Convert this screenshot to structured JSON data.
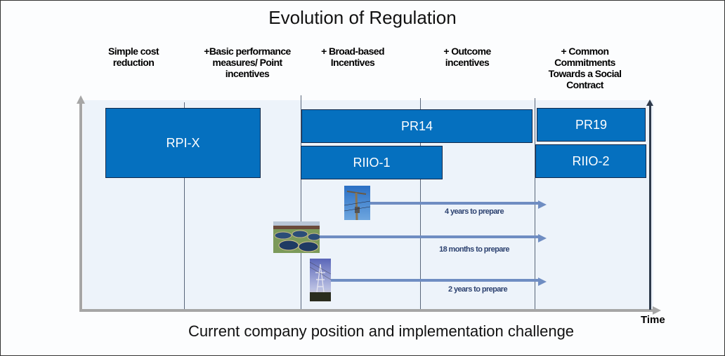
{
  "title": "Evolution of Regulation",
  "subtitle": "Current company position and implementation challenge",
  "axis": {
    "x_label": "Time"
  },
  "phases": [
    {
      "label": "Simple cost reduction",
      "lines": [
        "Simple cost",
        "reduction"
      ]
    },
    {
      "label": "+Basic performance measures/ Point incentives",
      "lines": [
        "+Basic performance",
        "measures/ Point",
        "incentives"
      ]
    },
    {
      "label": "+ Broad-based Incentives",
      "lines": [
        "+ Broad-based",
        "Incentives"
      ]
    },
    {
      "label": "+ Outcome incentives",
      "lines": [
        "+ Outcome",
        "incentives"
      ]
    },
    {
      "label": "+ Common Commitments Towards a Social Contract",
      "lines": [
        "+ Common",
        "Commitments",
        "Towards a Social",
        "Contract"
      ]
    }
  ],
  "regimes": [
    {
      "name": "RPI-X"
    },
    {
      "name": "PR14"
    },
    {
      "name": "RIIO-1"
    },
    {
      "name": "PR19"
    },
    {
      "name": "RIIO-2"
    }
  ],
  "timelines": [
    {
      "image": "telegraph-pole-image",
      "label": "4 years to prepare"
    },
    {
      "image": "water-treatment-image",
      "label": "18 months to prepare"
    },
    {
      "image": "electricity-pylon-image",
      "label": "2 years to prepare"
    }
  ],
  "colors": {
    "box_fill": "#0570bf",
    "arrow": "#6f8dc2",
    "panel": "#edf3fa"
  }
}
